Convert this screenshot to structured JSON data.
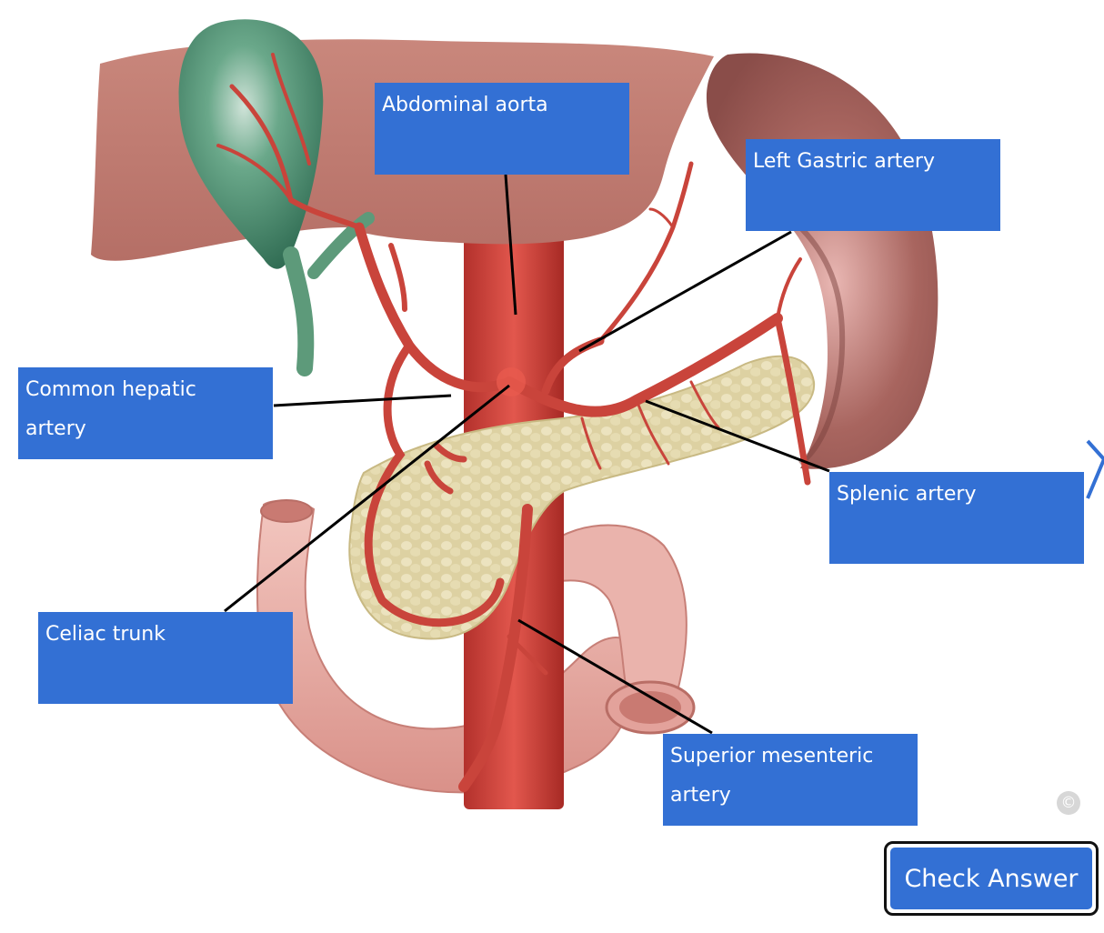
{
  "labels": {
    "abdominal_aorta": "Abdominal aorta",
    "left_gastric_artery": "Left Gastric artery",
    "common_hepatic_artery_line1": "Common hepatic",
    "common_hepatic_artery_line2": "artery",
    "splenic_artery": "Splenic artery",
    "celiac_trunk": "Celiac trunk",
    "superior_mesenteric_line1": "Superior mesenteric",
    "superior_mesenteric_line2": "artery"
  },
  "buttons": {
    "check_answer": "Check Answer"
  },
  "copyright_symbol": "©",
  "colors": {
    "label_bg": "#3370d4",
    "label_text": "#ffffff"
  },
  "icons": {
    "next": "chevron-right-icon"
  }
}
